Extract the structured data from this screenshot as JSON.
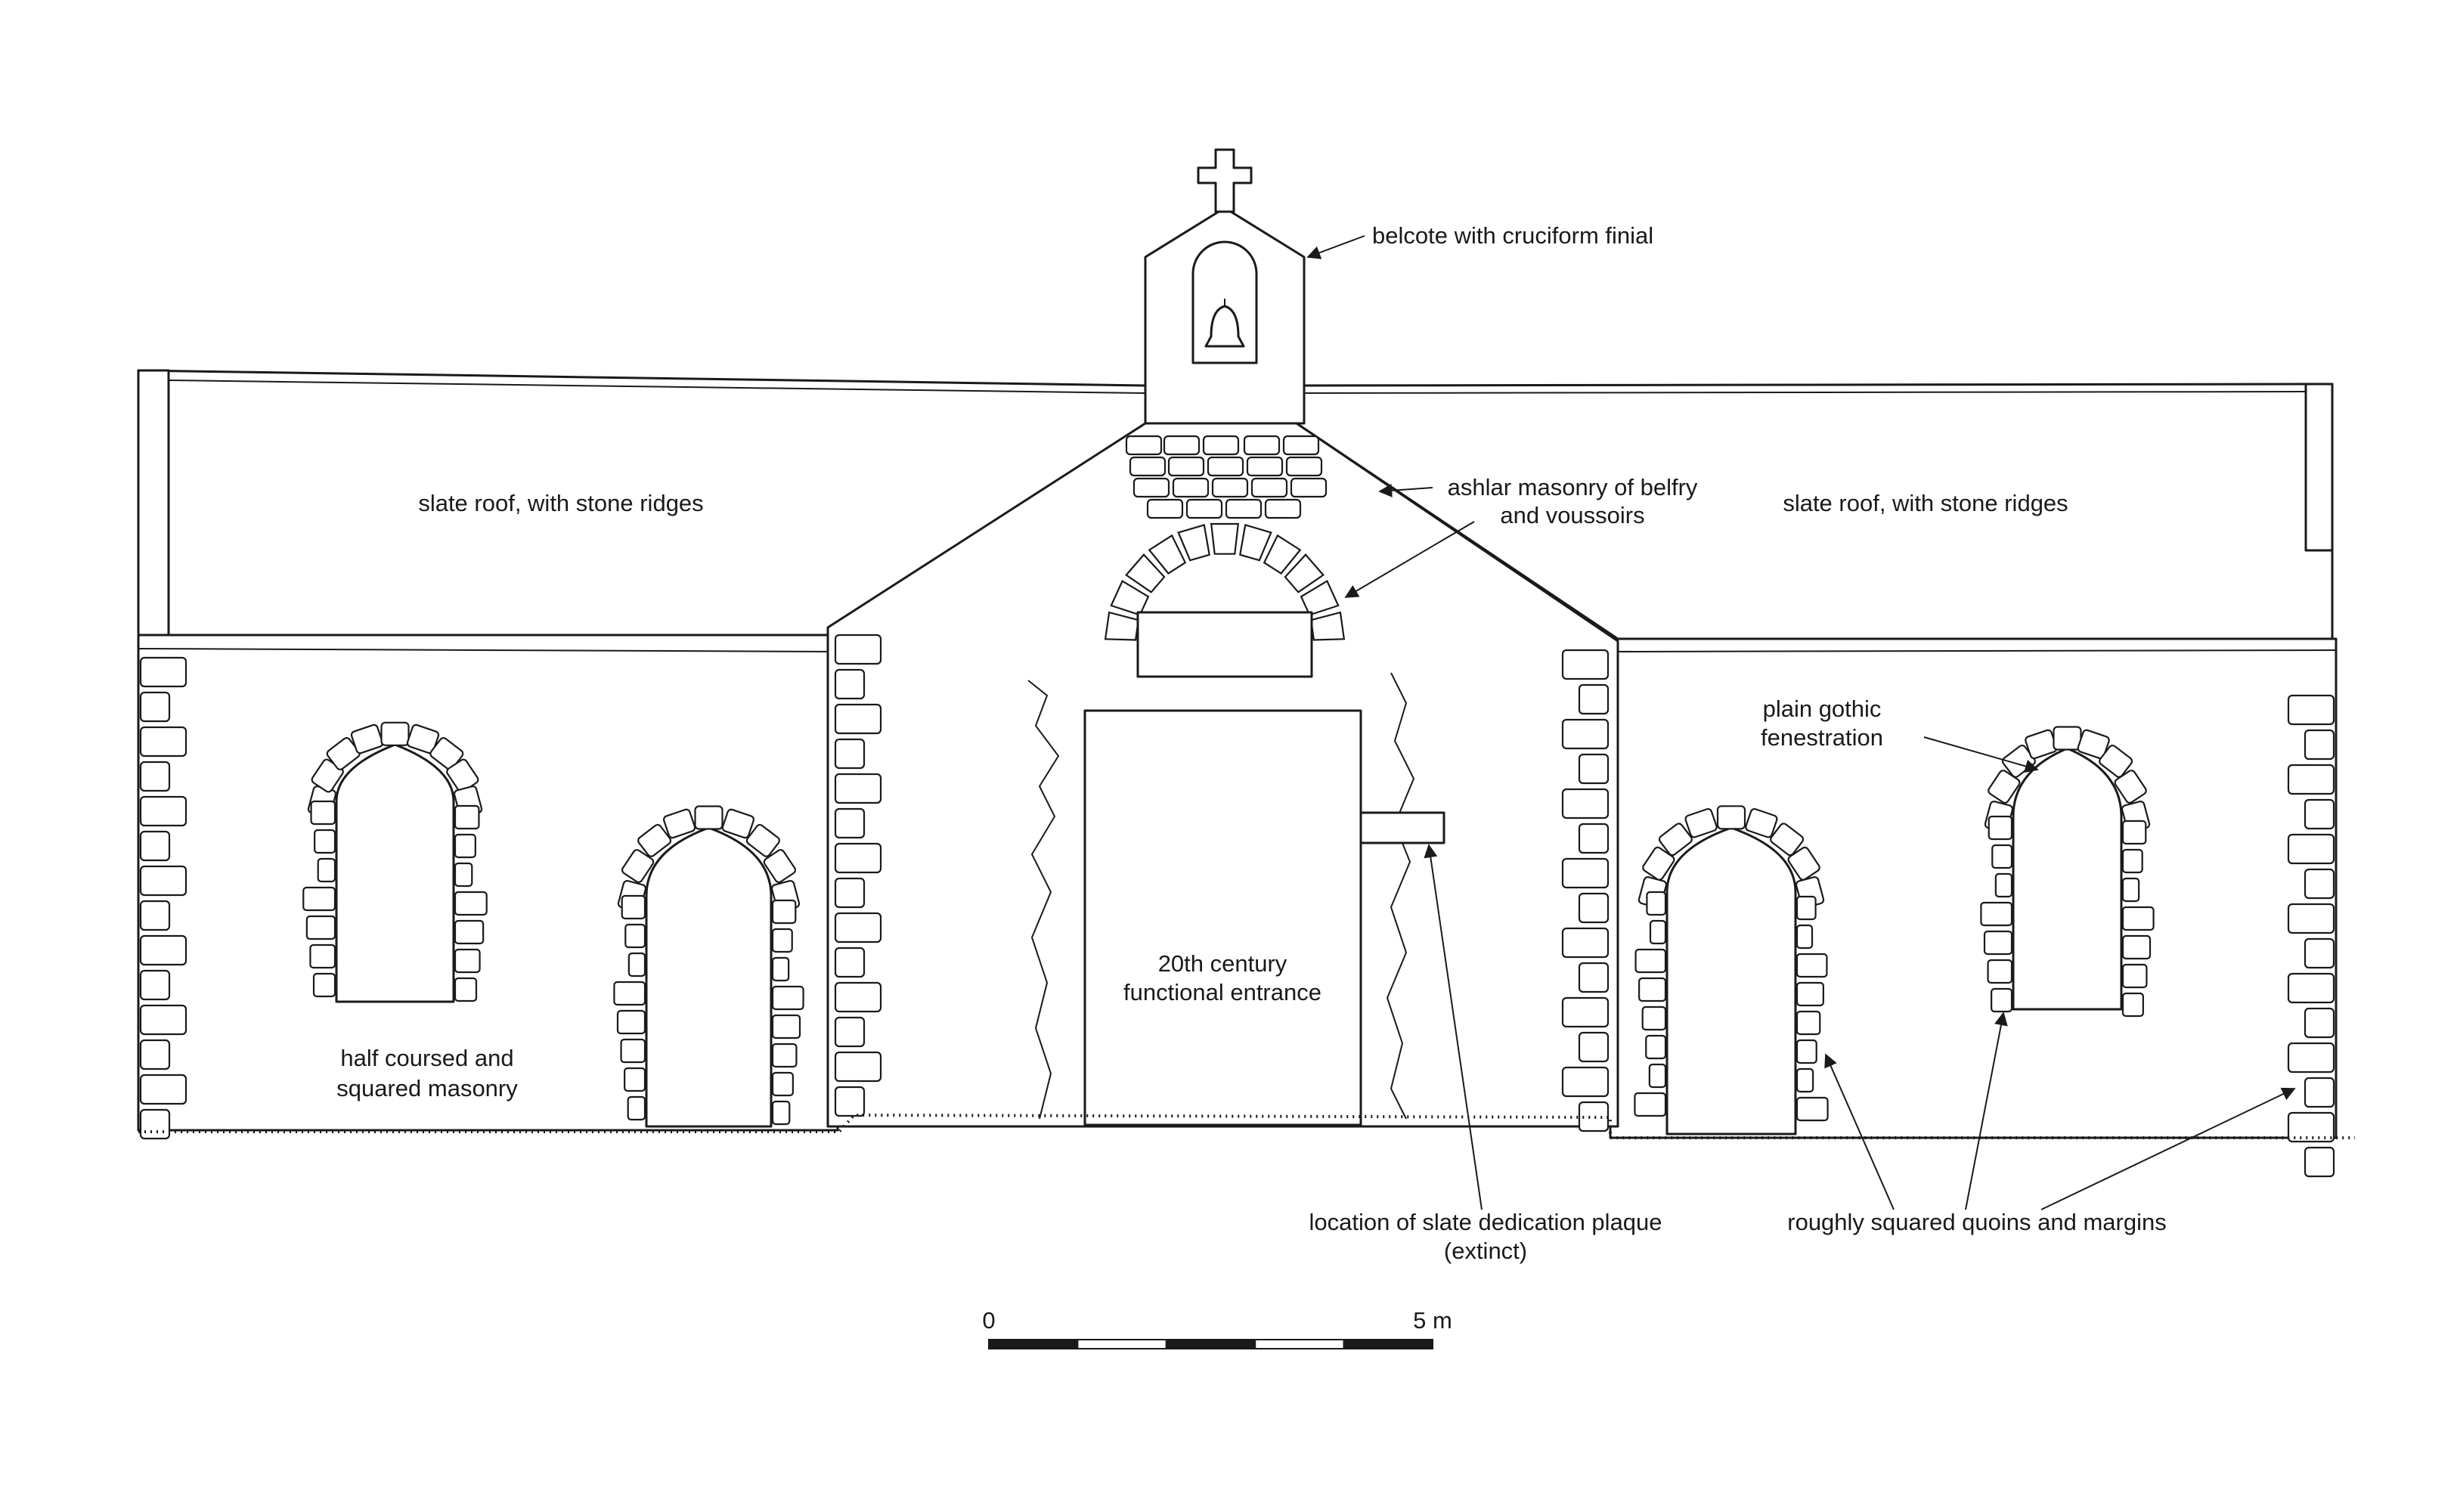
{
  "labels": {
    "belcote": "belcote with cruciform finial",
    "roof_left": "slate roof, with stone ridges",
    "roof_right": "slate roof, with stone ridges",
    "ashlar_line1": "ashlar masonry of belfry",
    "ashlar_line2": "and voussoirs",
    "gothic_line1": "plain gothic",
    "gothic_line2": "fenestration",
    "entrance_line1": "20th century",
    "entrance_line2": "functional entrance",
    "masonry_line1": "half coursed and",
    "masonry_line2": "squared masonry",
    "plaque_line1": "location of slate dedication plaque",
    "plaque_line2": "(extinct)",
    "quoins": "roughly squared quoins and margins"
  },
  "scale_bar": {
    "start_label": "0",
    "end_label": "5 m",
    "segments": 5
  },
  "colors": {
    "ink": "#1a1a1a",
    "paper": "#ffffff"
  }
}
